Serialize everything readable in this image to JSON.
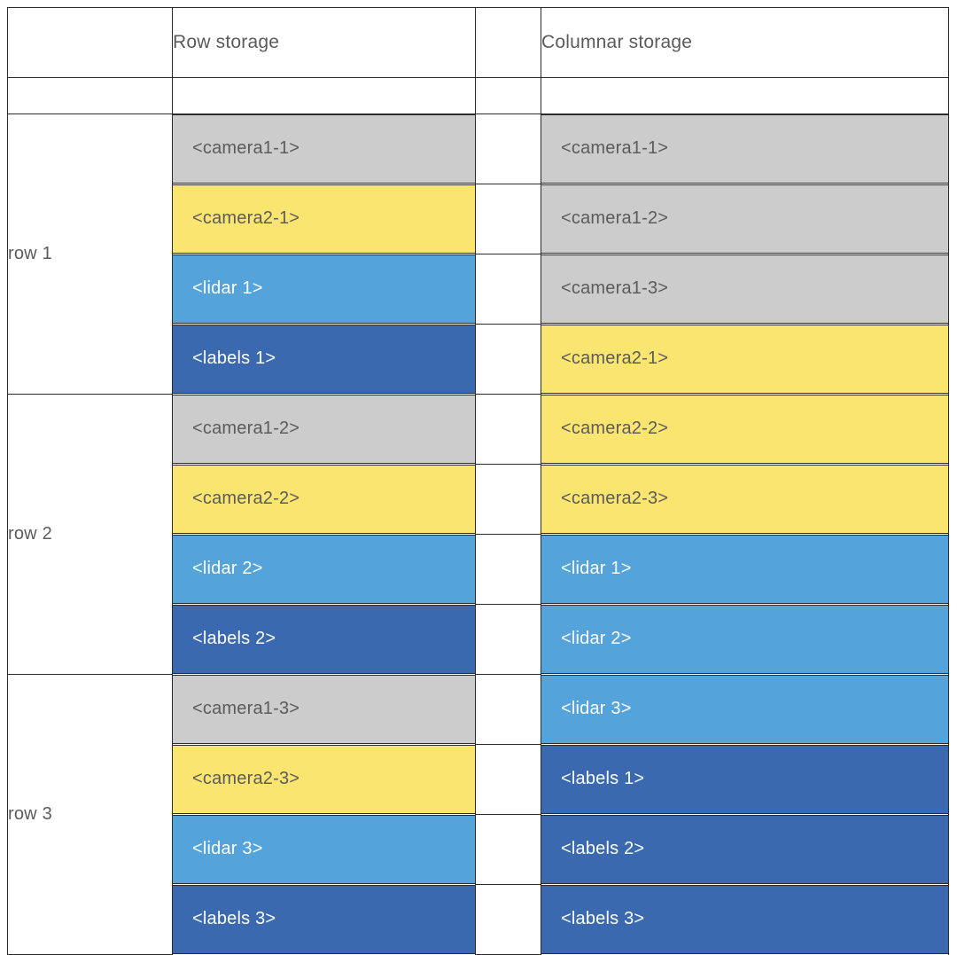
{
  "table": {
    "headers": {
      "corner": "",
      "row_storage": "Row storage",
      "gap": "",
      "columnar_storage": "Columnar storage"
    },
    "colors": {
      "camera1": "#cccccc",
      "camera2": "#fbe571",
      "lidar": "#55a3db",
      "labels": "#3a69b0",
      "border": "#2b2b2b",
      "text_dark": "#5b5b5b",
      "text_light": "#ffffff",
      "background": "#ffffff"
    },
    "groups": [
      {
        "label": "row 1",
        "row_storage": [
          {
            "text": "<camera1-1>",
            "kind": "camera1"
          },
          {
            "text": "<camera2-1>",
            "kind": "camera2"
          },
          {
            "text": "<lidar 1>",
            "kind": "lidar"
          },
          {
            "text": "<labels 1>",
            "kind": "labels"
          }
        ],
        "columnar_storage": [
          {
            "text": "<camera1-1>",
            "kind": "camera1"
          },
          {
            "text": "<camera1-2>",
            "kind": "camera1"
          },
          {
            "text": "<camera1-3>",
            "kind": "camera1"
          },
          {
            "text": "<camera2-1>",
            "kind": "camera2"
          }
        ]
      },
      {
        "label": "row 2",
        "row_storage": [
          {
            "text": "<camera1-2>",
            "kind": "camera1"
          },
          {
            "text": "<camera2-2>",
            "kind": "camera2"
          },
          {
            "text": "<lidar 2>",
            "kind": "lidar"
          },
          {
            "text": "<labels 2>",
            "kind": "labels"
          }
        ],
        "columnar_storage": [
          {
            "text": "<camera2-2>",
            "kind": "camera2"
          },
          {
            "text": "<camera2-3>",
            "kind": "camera2"
          },
          {
            "text": "<lidar 1>",
            "kind": "lidar"
          },
          {
            "text": "<lidar 2>",
            "kind": "lidar"
          }
        ]
      },
      {
        "label": "row 3",
        "row_storage": [
          {
            "text": "<camera1-3>",
            "kind": "camera1"
          },
          {
            "text": "<camera2-3>",
            "kind": "camera2"
          },
          {
            "text": "<lidar 3>",
            "kind": "lidar"
          },
          {
            "text": "<labels 3>",
            "kind": "labels"
          }
        ],
        "columnar_storage": [
          {
            "text": "<lidar 3>",
            "kind": "lidar"
          },
          {
            "text": "<labels 1>",
            "kind": "labels"
          },
          {
            "text": "<labels 2>",
            "kind": "labels"
          },
          {
            "text": "<labels 3>",
            "kind": "labels"
          }
        ]
      }
    ]
  }
}
